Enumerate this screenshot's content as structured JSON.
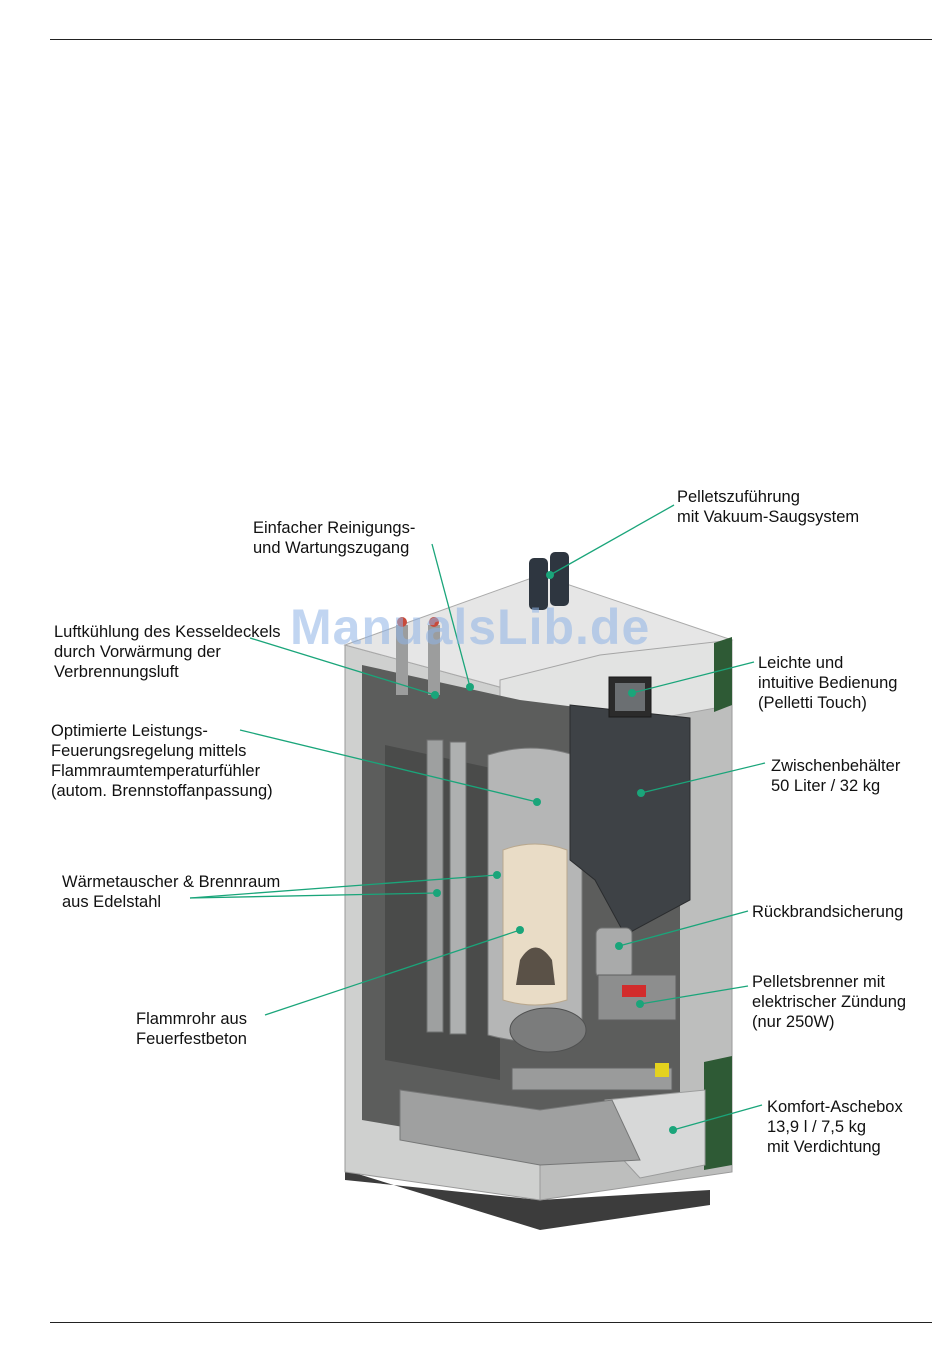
{
  "watermark": "ManualsLib.de",
  "accent_color": "#1aa57a",
  "labels": {
    "cleaning": "Einfacher Reinigungs-\nund Wartungszugang",
    "pellet_feed": "Pelletszuführung\nmit Vakuum-Saugsystem",
    "air_cooling": "Luftkühlung des Kesseldeckels\ndurch Vorwärmung der\nVerbrennungsluft",
    "operation": "Leichte und\nintuitive Bedienung\n(Pelletti Touch)",
    "power_control": "Optimierte Leistungs-\nFeuerungsregelung mittels\nFlammraumtemperaturfühler\n(autom. Brennstoffanpassung)",
    "buffer_tank": "Zwischenbehälter\n50 Liter / 32 kg",
    "heat_exchanger": "Wärmetauscher & Brennraum\naus Edelstahl",
    "burnback": "Rückbrandsicherung",
    "burner": "Pelletsbrenner mit\nelektrischer Zündung\n(nur 250W)",
    "flame_tube": "Flammrohr aus\nFeuerfestbeton",
    "ash_box": "Komfort-Aschebox\n13,9 l / 7,5 kg\nmit Verdichtung"
  }
}
